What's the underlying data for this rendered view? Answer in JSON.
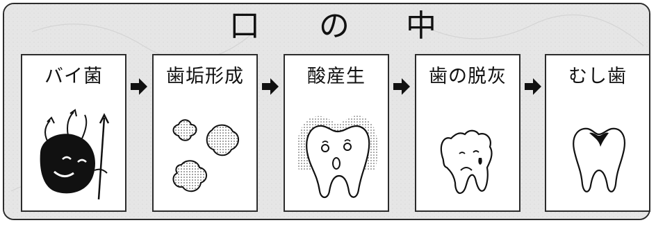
{
  "title_chars": [
    "口",
    "の",
    "中"
  ],
  "steps": [
    {
      "label": "バイ菌",
      "icon": "germ-icon"
    },
    {
      "label": "歯垢形成",
      "icon": "plaque-icon"
    },
    {
      "label": "酸産生",
      "icon": "acid-tooth-icon"
    },
    {
      "label": "歯の脱灰",
      "icon": "demineralized-tooth-icon"
    },
    {
      "label": "むし歯",
      "icon": "cavity-tooth-icon"
    }
  ],
  "colors": {
    "frame_bg": "#e8e8e8",
    "ink": "#111111",
    "card_bg": "#ffffff"
  }
}
